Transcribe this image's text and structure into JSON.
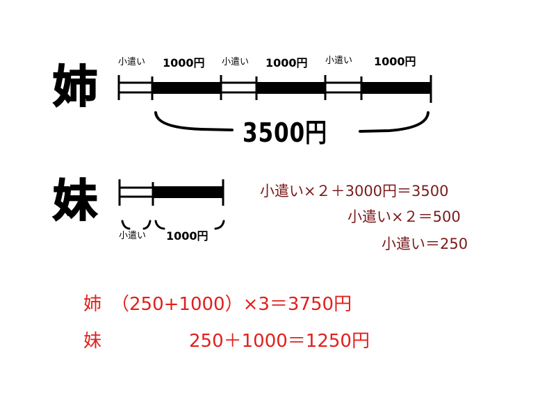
{
  "colors": {
    "line": "#000000",
    "equation_dark": "#7a1a1a",
    "equation_red": "#e0201c"
  },
  "sister_older": {
    "label": "姉",
    "segments": [
      {
        "allowance_label": "小遣い",
        "amount_label": "1000円"
      },
      {
        "allowance_label": "小遣い",
        "amount_label": "1000円"
      },
      {
        "allowance_label": "小遣い",
        "amount_label": "1000円"
      }
    ],
    "total_label": "3500円"
  },
  "sister_younger": {
    "label": "妹",
    "allowance_label": "小遣い",
    "amount_label": "1000円"
  },
  "equations": [
    "小遣い×２＋3000円＝3500",
    "小遣い×２＝500",
    "小遣い＝250"
  ],
  "answers": {
    "older": {
      "label": "姉",
      "expression": "（250+1000）×3＝3750円"
    },
    "younger": {
      "label": "妹",
      "expression": "250＋1000＝1250円"
    }
  }
}
